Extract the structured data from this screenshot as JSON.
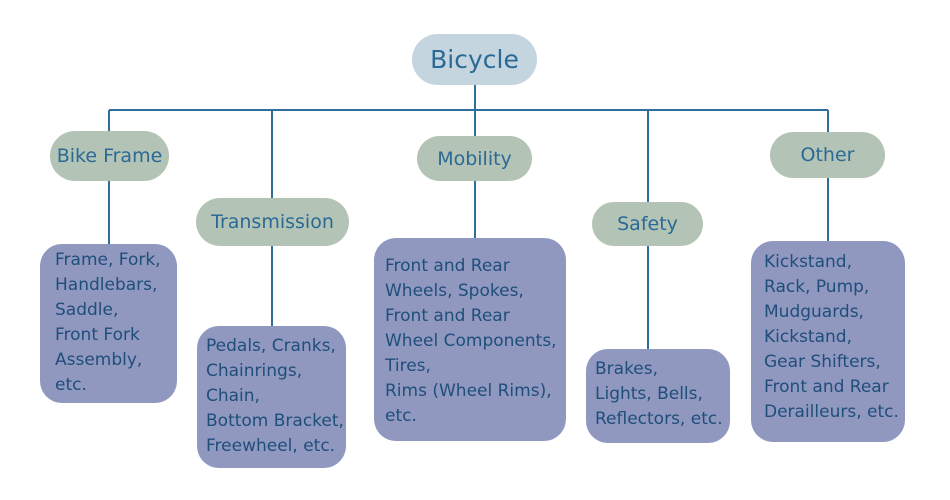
{
  "diagram": {
    "root": {
      "label": "Bicycle"
    },
    "categories": [
      {
        "label": "Bike Frame",
        "details": [
          "Frame, Fork,",
          "Handlebars,",
          "Saddle,",
          "Front Fork",
          "Assembly,",
          "etc."
        ]
      },
      {
        "label": "Transmission",
        "details": [
          "Pedals, Cranks,",
          "Chainrings,",
          "Chain,",
          "Bottom Bracket,",
          "Freewheel, etc."
        ]
      },
      {
        "label": "Mobility",
        "details": [
          "Front and Rear",
          "Wheels, Spokes,",
          "Front and Rear",
          "Wheel Components,",
          "Tires,",
          "Rims (Wheel Rims),",
          "etc."
        ]
      },
      {
        "label": "Safety",
        "details": [
          "Brakes,",
          "Lights, Bells,",
          "Reflectors, etc."
        ]
      },
      {
        "label": "Other",
        "details": [
          "Kickstand,",
          "Rack, Pump,",
          "Mudguards,",
          "Kickstand,",
          "Gear Shifters,",
          "Front and Rear",
          "Derailleurs, etc."
        ]
      }
    ],
    "colors": {
      "line": "#2f6d9a",
      "root_fill": "#c4d5df",
      "category_fill": "#b3c3b5",
      "detail_fill": "#9098c0",
      "text": "#2b6a95"
    }
  }
}
